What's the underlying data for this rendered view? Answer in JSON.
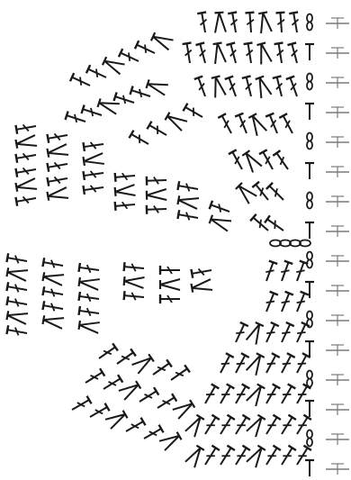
{
  "diagram": {
    "type": "crochet-symbol-chart",
    "shape": "semicircular-fan",
    "ink_color": "#1a1a1a",
    "turning_mark_color": "#7a7a7a",
    "background": "#ffffff",
    "symbols": [
      "double-crochet",
      "dc-two-together",
      "single-crochet",
      "chain",
      "turning-chain"
    ]
  }
}
